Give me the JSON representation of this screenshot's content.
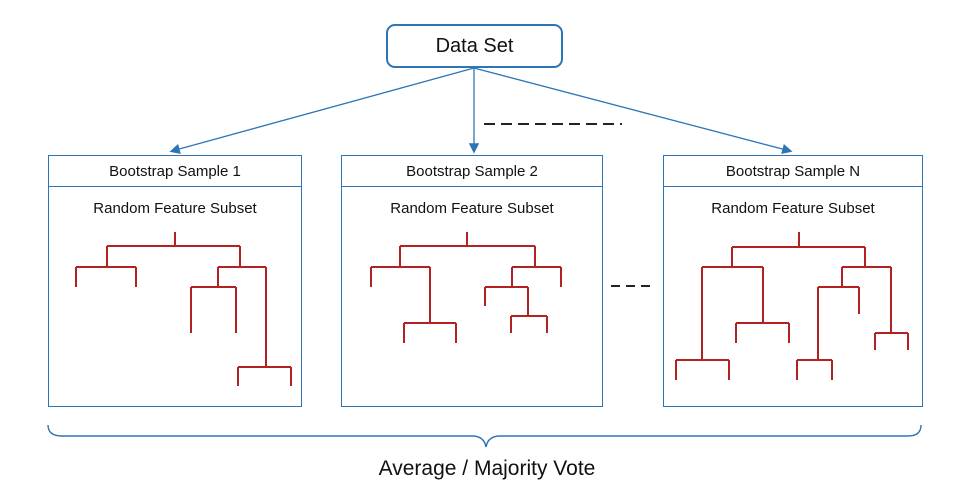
{
  "root": {
    "label": "Data Set"
  },
  "samples": [
    {
      "title": "Bootstrap Sample 1",
      "subtitle": "Random Feature Subset"
    },
    {
      "title": "Bootstrap Sample 2",
      "subtitle": "Random Feature Subset"
    },
    {
      "title": "Bootstrap Sample N",
      "subtitle": "Random Feature Subset"
    }
  ],
  "aggregation": {
    "label": "Average / Majority Vote"
  },
  "colors": {
    "box_border": "#2e75b6",
    "arrow": "#2e75b6",
    "tree": "#b22222",
    "text": "#111111"
  },
  "icons": {
    "ellipsis": "dashed-ellipsis",
    "brace": "curly-brace"
  }
}
